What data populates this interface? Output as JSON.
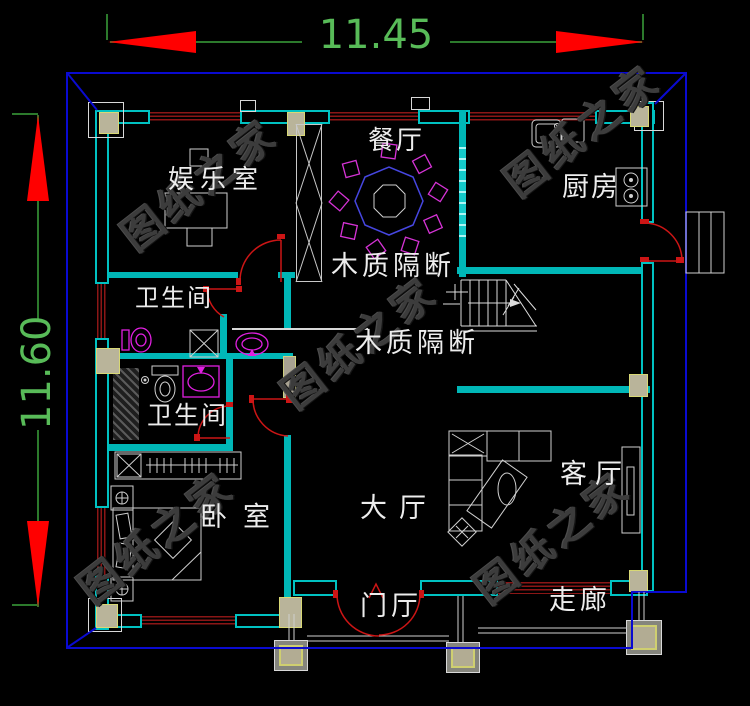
{
  "dimensions": {
    "width": "11.45",
    "height": "11.60"
  },
  "rooms": {
    "dining": "餐厅",
    "entertainment": "娱乐室",
    "kitchen": "厨房",
    "partition_upper": "木质隔断",
    "partition_lower": "木质隔断",
    "bathroom_upper": "卫生间",
    "bathroom_lower": "卫生间",
    "bedroom": "卧室",
    "hall": "大厅",
    "living": "客厅",
    "foyer": "门厅",
    "corridor": "走廊"
  },
  "watermark": "图纸之家",
  "colors": {
    "background": "#000000",
    "wall": "#00c2c2",
    "window": "#8b1616",
    "door": "#cc1515",
    "roof_outline": "#0a0ad0",
    "dimension_text": "#58bb58",
    "dimension_arrow": "#ff0000",
    "fixture_magenta": "#e020e0",
    "table_ring": "#4646e0",
    "furniture": "#cfcfcf",
    "label": "#ededed",
    "column_fill": "#b9b49a",
    "watermark_gray": "#3c3c3c"
  }
}
